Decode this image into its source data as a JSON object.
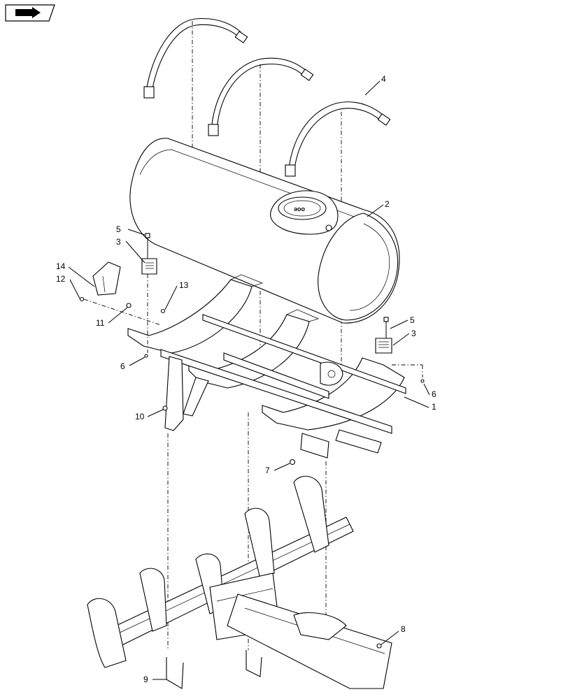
{
  "diagram": {
    "callouts": {
      "c1": "1",
      "c2": "2",
      "c3a": "3",
      "c3b": "3",
      "c4": "4",
      "c5a": "5",
      "c5b": "5",
      "c6a": "6",
      "c6b": "6",
      "c7": "7",
      "c8": "8",
      "c9": "9",
      "c10": "10",
      "c11": "11",
      "c12": "12",
      "c13": "13",
      "c14": "14"
    },
    "icons": {
      "nav": "arrow-right-icon"
    }
  }
}
